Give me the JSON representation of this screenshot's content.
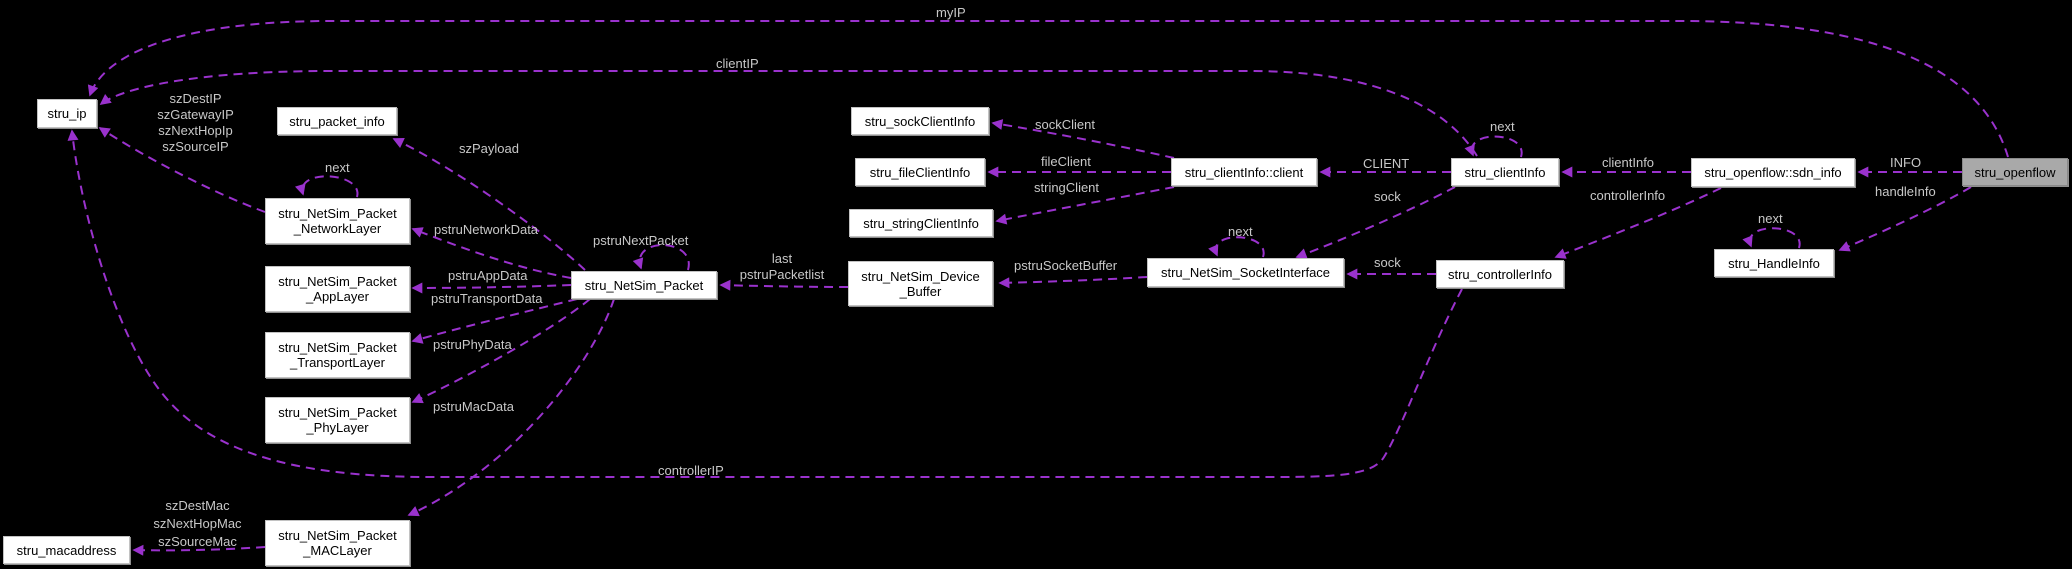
{
  "diagram": {
    "background_color": "#000000",
    "edge_color": "#9a32cd",
    "label_color": "#c8c8c8",
    "highlight_fill": "#a9a9a9",
    "nodes": [
      {
        "id": "stru_ip",
        "label": "stru_ip"
      },
      {
        "id": "stru_packet_info",
        "label": "stru_packet_info"
      },
      {
        "id": "stru_NetSim_Packet_NetworkLayer",
        "label": "stru_NetSim_Packet\n_NetworkLayer"
      },
      {
        "id": "stru_NetSim_Packet_AppLayer",
        "label": "stru_NetSim_Packet\n_AppLayer"
      },
      {
        "id": "stru_NetSim_Packet_TransportLayer",
        "label": "stru_NetSim_Packet\n_TransportLayer"
      },
      {
        "id": "stru_NetSim_Packet_PhyLayer",
        "label": "stru_NetSim_Packet\n_PhyLayer"
      },
      {
        "id": "stru_NetSim_Packet_MACLayer",
        "label": "stru_NetSim_Packet\n_MACLayer"
      },
      {
        "id": "stru_macaddress",
        "label": "stru_macaddress"
      },
      {
        "id": "stru_NetSim_Packet",
        "label": "stru_NetSim_Packet"
      },
      {
        "id": "stru_NetSim_Device_Buffer",
        "label": "stru_NetSim_Device\n_Buffer"
      },
      {
        "id": "stru_sockClientInfo",
        "label": "stru_sockClientInfo"
      },
      {
        "id": "stru_fileClientInfo",
        "label": "stru_fileClientInfo"
      },
      {
        "id": "stru_stringClientInfo",
        "label": "stru_stringClientInfo"
      },
      {
        "id": "stru_clientInfo_client",
        "label": "stru_clientInfo::client"
      },
      {
        "id": "stru_NetSim_SocketInterface",
        "label": "stru_NetSim_SocketInterface"
      },
      {
        "id": "stru_clientInfo",
        "label": "stru_clientInfo"
      },
      {
        "id": "stru_controllerInfo",
        "label": "stru_controllerInfo"
      },
      {
        "id": "stru_openflow_sdn_info",
        "label": "stru_openflow::sdn_info"
      },
      {
        "id": "stru_HandleInfo",
        "label": "stru_HandleInfo"
      },
      {
        "id": "stru_openflow",
        "label": "stru_openflow"
      }
    ],
    "edge_labels": [
      {
        "id": "myIP",
        "text": "myIP"
      },
      {
        "id": "clientIP",
        "text": "clientIP"
      },
      {
        "id": "ip_fields",
        "text": "szDestIP\nszGatewayIP\nszNextHopIp\nszSourceIP"
      },
      {
        "id": "next_networklayer",
        "text": "next"
      },
      {
        "id": "szPayload",
        "text": "szPayload"
      },
      {
        "id": "pstruNetworkData",
        "text": "pstruNetworkData"
      },
      {
        "id": "pstruNextPacket",
        "text": "pstruNextPacket"
      },
      {
        "id": "pstruAppData",
        "text": "pstruAppData"
      },
      {
        "id": "pstruTransportData",
        "text": "pstruTransportData"
      },
      {
        "id": "pstruPhyData",
        "text": "pstruPhyData"
      },
      {
        "id": "pstruMacData",
        "text": "pstruMacData"
      },
      {
        "id": "last_pstruPacketlist",
        "text": "last\npstruPacketlist"
      },
      {
        "id": "mac_fields",
        "text": "szDestMac\nszNextHopMac\nszSourceMac"
      },
      {
        "id": "sockClient",
        "text": "sockClient"
      },
      {
        "id": "fileClient",
        "text": "fileClient"
      },
      {
        "id": "stringClient",
        "text": "stringClient"
      },
      {
        "id": "CLIENT",
        "text": "CLIENT"
      },
      {
        "id": "sock_from_clientInfo",
        "text": "sock"
      },
      {
        "id": "sock_from_controllerInfo",
        "text": "sock"
      },
      {
        "id": "next_clientInfo",
        "text": "next"
      },
      {
        "id": "next_socketInterface",
        "text": "next"
      },
      {
        "id": "pstruSocketBuffer",
        "text": "pstruSocketBuffer"
      },
      {
        "id": "clientInfo",
        "text": "clientInfo"
      },
      {
        "id": "controllerInfo",
        "text": "controllerInfo"
      },
      {
        "id": "INFO",
        "text": "INFO"
      },
      {
        "id": "handleInfo",
        "text": "handleInfo"
      },
      {
        "id": "next_HandleInfo",
        "text": "next"
      },
      {
        "id": "controllerIP",
        "text": "controllerIP"
      }
    ]
  }
}
